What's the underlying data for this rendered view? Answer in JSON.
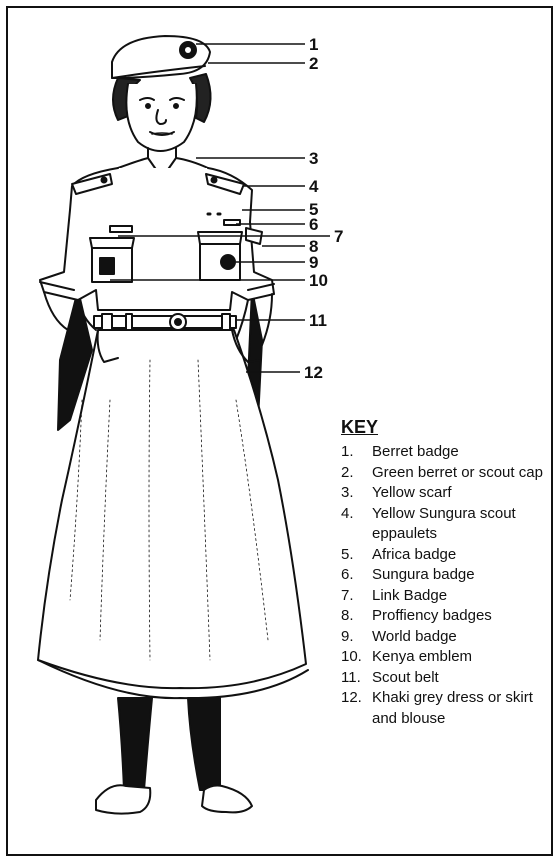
{
  "callouts": [
    "1",
    "2",
    "3",
    "4",
    "5",
    "6",
    "7",
    "8",
    "9",
    "10",
    "11",
    "12"
  ],
  "key": {
    "title": "KEY",
    "items": [
      {
        "num": "1.",
        "label": "Berret badge"
      },
      {
        "num": "2.",
        "label": "Green berret or scout cap"
      },
      {
        "num": "3.",
        "label": "Yellow scarf"
      },
      {
        "num": "4.",
        "label": "Yellow Sungura scout eppaulets"
      },
      {
        "num": "5.",
        "label": "Africa badge"
      },
      {
        "num": "6.",
        "label": "Sungura badge"
      },
      {
        "num": "7.",
        "label": "Link Badge"
      },
      {
        "num": "8.",
        "label": "Proffiency badges"
      },
      {
        "num": "9.",
        "label": "World badge"
      },
      {
        "num": "10.",
        "label": "Kenya emblem"
      },
      {
        "num": "11.",
        "label": "Scout belt"
      },
      {
        "num": "12.",
        "label": "Khaki grey dress or skirt and blouse"
      }
    ]
  }
}
